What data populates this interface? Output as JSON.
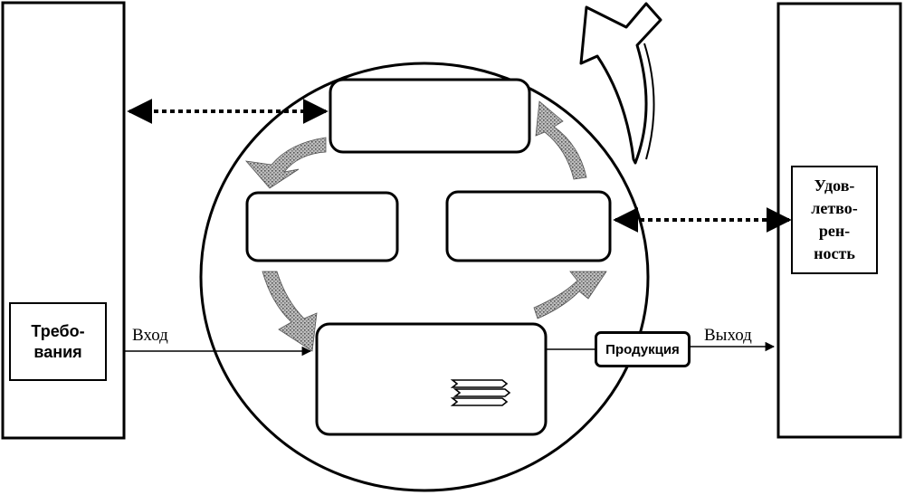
{
  "left_box": {
    "label": "Требо-\nвания"
  },
  "right_box": {
    "label": "Удов-\nлетво-\nрен-\nность"
  },
  "input_label": "Вход",
  "output_label": "Выход",
  "product_label": "Продукция"
}
